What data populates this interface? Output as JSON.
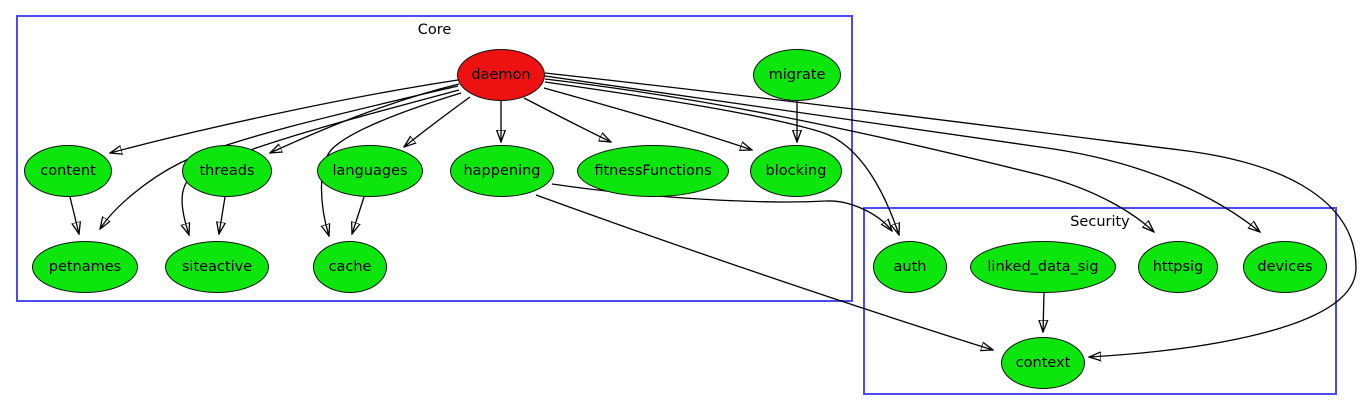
{
  "diagram": {
    "type": "dependency-graph",
    "clusters": [
      {
        "label": "Core"
      },
      {
        "label": "Security"
      }
    ],
    "nodes": [
      {
        "id": "daemon",
        "label": "daemon",
        "cluster": "Core",
        "fill": "#ee1111"
      },
      {
        "id": "migrate",
        "label": "migrate",
        "cluster": "Core",
        "fill": "#0ce60c"
      },
      {
        "id": "content",
        "label": "content",
        "cluster": "Core",
        "fill": "#0ce60c"
      },
      {
        "id": "threads",
        "label": "threads",
        "cluster": "Core",
        "fill": "#0ce60c"
      },
      {
        "id": "languages",
        "label": "languages",
        "cluster": "Core",
        "fill": "#0ce60c"
      },
      {
        "id": "happening",
        "label": "happening",
        "cluster": "Core",
        "fill": "#0ce60c"
      },
      {
        "id": "fitnessFunctions",
        "label": "fitnessFunctions",
        "cluster": "Core",
        "fill": "#0ce60c"
      },
      {
        "id": "blocking",
        "label": "blocking",
        "cluster": "Core",
        "fill": "#0ce60c"
      },
      {
        "id": "petnames",
        "label": "petnames",
        "cluster": "Core",
        "fill": "#0ce60c"
      },
      {
        "id": "siteactive",
        "label": "siteactive",
        "cluster": "Core",
        "fill": "#0ce60c"
      },
      {
        "id": "cache",
        "label": "cache",
        "cluster": "Core",
        "fill": "#0ce60c"
      },
      {
        "id": "auth",
        "label": "auth",
        "cluster": "Security",
        "fill": "#0ce60c"
      },
      {
        "id": "linked_data_sig",
        "label": "linked_data_sig",
        "cluster": "Security",
        "fill": "#0ce60c"
      },
      {
        "id": "httpsig",
        "label": "httpsig",
        "cluster": "Security",
        "fill": "#0ce60c"
      },
      {
        "id": "devices",
        "label": "devices",
        "cluster": "Security",
        "fill": "#0ce60c"
      },
      {
        "id": "context",
        "label": "context",
        "cluster": "Security",
        "fill": "#0ce60c"
      }
    ],
    "edges": [
      {
        "from": "daemon",
        "to": "content"
      },
      {
        "from": "daemon",
        "to": "threads"
      },
      {
        "from": "daemon",
        "to": "languages"
      },
      {
        "from": "daemon",
        "to": "happening"
      },
      {
        "from": "daemon",
        "to": "fitnessFunctions"
      },
      {
        "from": "daemon",
        "to": "blocking"
      },
      {
        "from": "daemon",
        "to": "petnames"
      },
      {
        "from": "daemon",
        "to": "siteactive"
      },
      {
        "from": "daemon",
        "to": "cache"
      },
      {
        "from": "daemon",
        "to": "auth"
      },
      {
        "from": "daemon",
        "to": "httpsig"
      },
      {
        "from": "daemon",
        "to": "devices"
      },
      {
        "from": "daemon",
        "to": "context"
      },
      {
        "from": "migrate",
        "to": "blocking"
      },
      {
        "from": "content",
        "to": "petnames"
      },
      {
        "from": "threads",
        "to": "siteactive"
      },
      {
        "from": "languages",
        "to": "cache"
      },
      {
        "from": "happening",
        "to": "auth"
      },
      {
        "from": "happening",
        "to": "context"
      },
      {
        "from": "linked_data_sig",
        "to": "context"
      }
    ]
  },
  "colors": {
    "node_fill": "#0ce60c",
    "daemon_fill": "#ee1111",
    "cluster_border": "#4b4bf0",
    "edge": "#000000",
    "text": "#000000",
    "background": "#ffffff"
  }
}
